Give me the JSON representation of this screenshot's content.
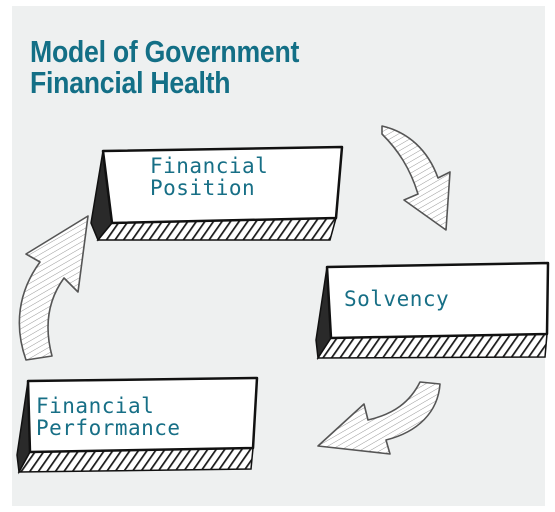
{
  "title": {
    "line1": "Model of Government",
    "line2": "Financial Health"
  },
  "nodes": [
    {
      "line1": "Financial",
      "line2": "Position"
    },
    {
      "line1": "Solvency"
    },
    {
      "line1": "Financial",
      "line2": "Performance"
    }
  ],
  "colors": {
    "background": "#eef0f0",
    "title": "#136f86",
    "label": "#176f86",
    "box_edge": "#1b1b1b",
    "box_face": "#ffffff"
  },
  "icons": [
    "curved-arrow-icon"
  ]
}
